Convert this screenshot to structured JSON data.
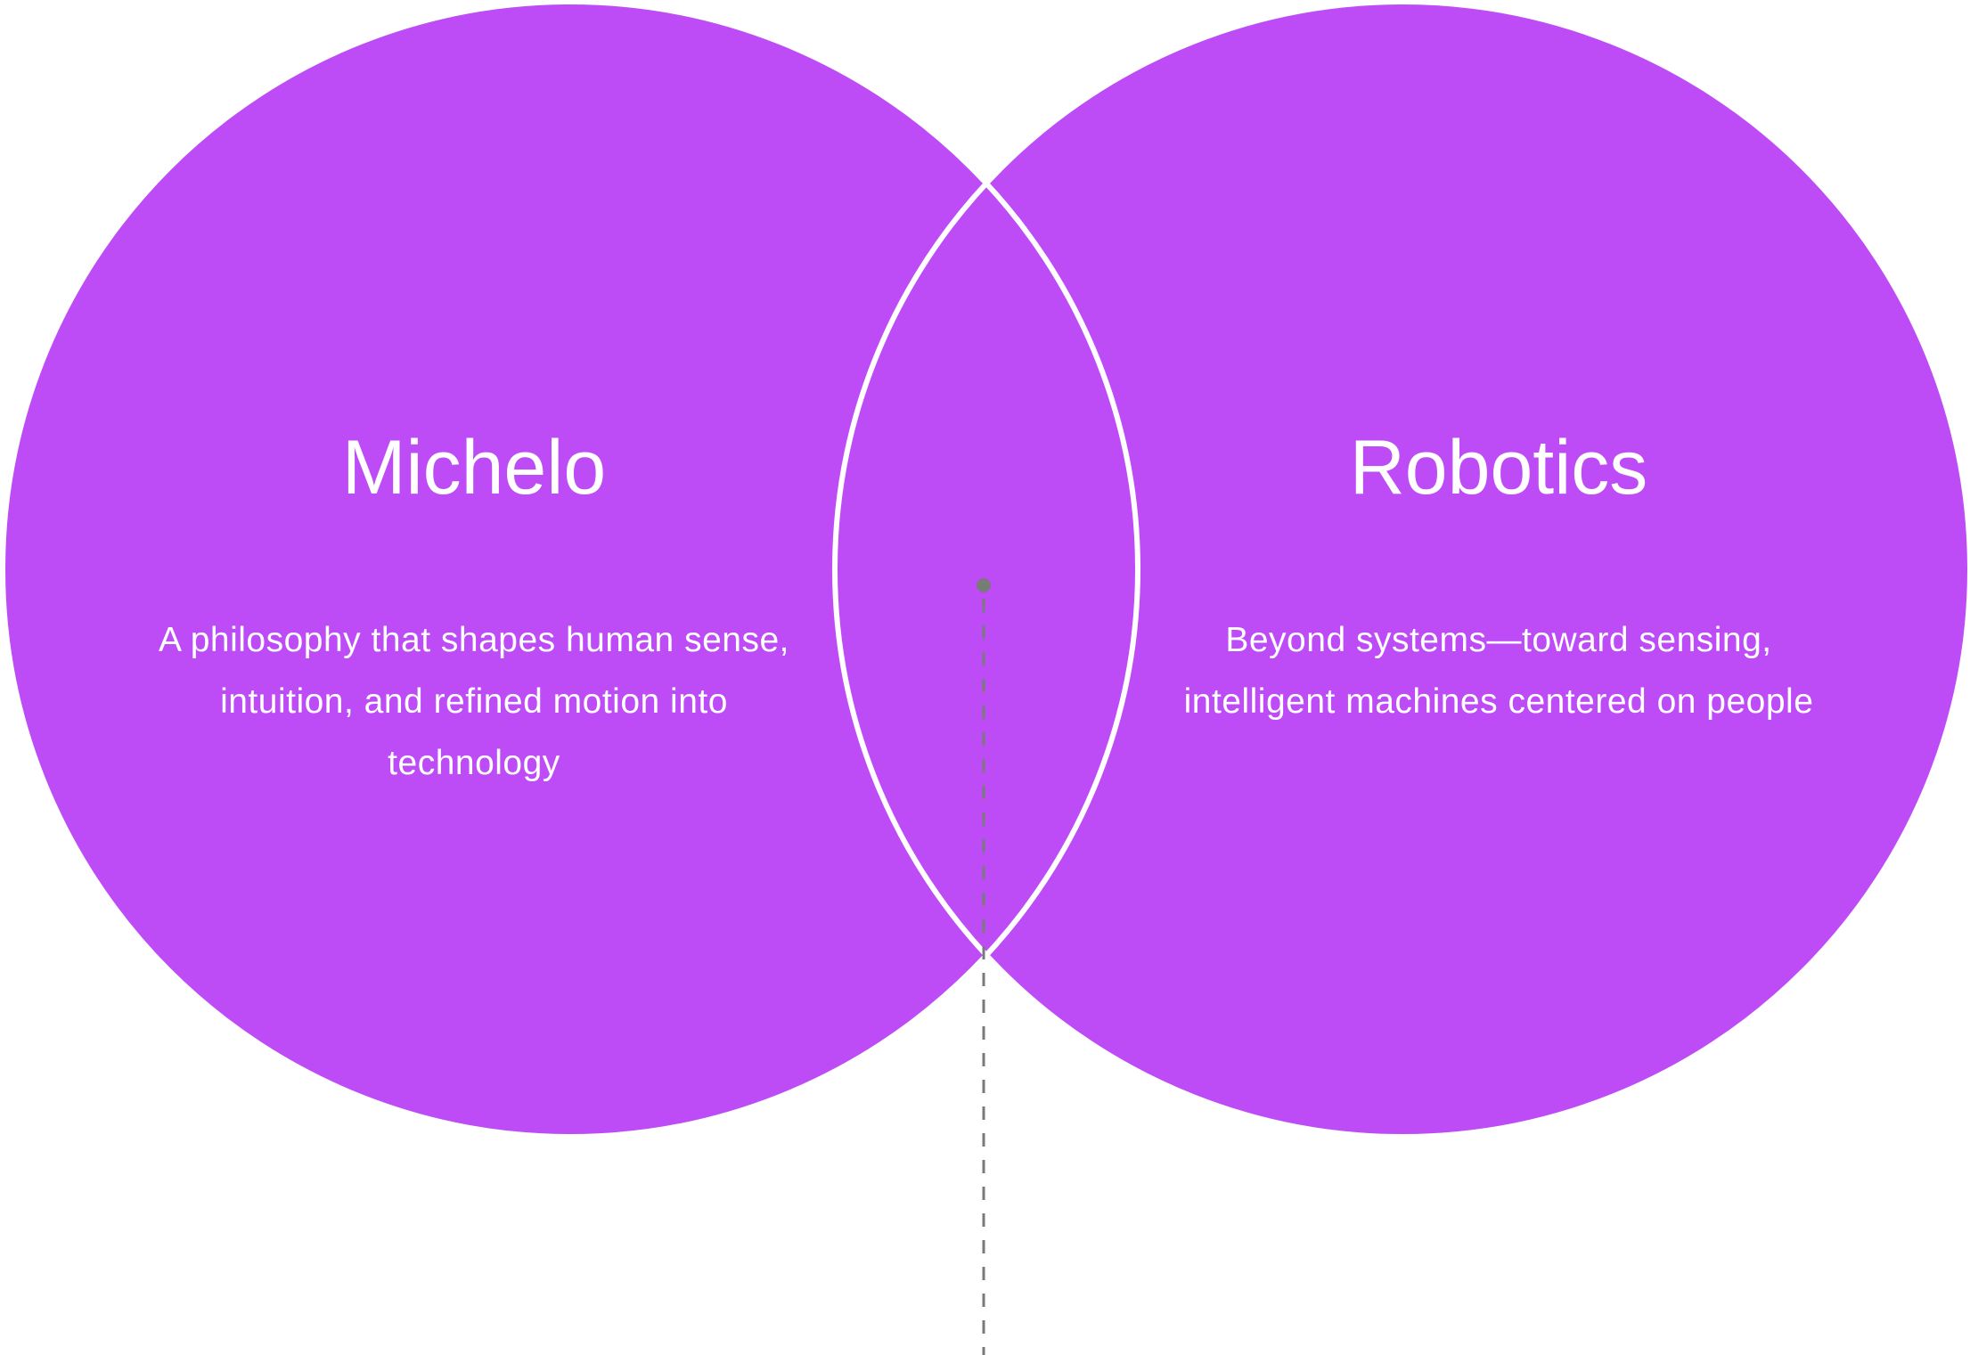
{
  "colors": {
    "circle_fill": "#bd4cf7",
    "outline": "#ffffff",
    "connector": "#7a7a7a"
  },
  "left_set": {
    "title": "Michelo",
    "description": "A philosophy that shapes human sense, intuition, and refined motion into technology"
  },
  "right_set": {
    "title": "Robotics",
    "description": "Beyond systems—toward sensing, intelligent machines centered on people"
  }
}
